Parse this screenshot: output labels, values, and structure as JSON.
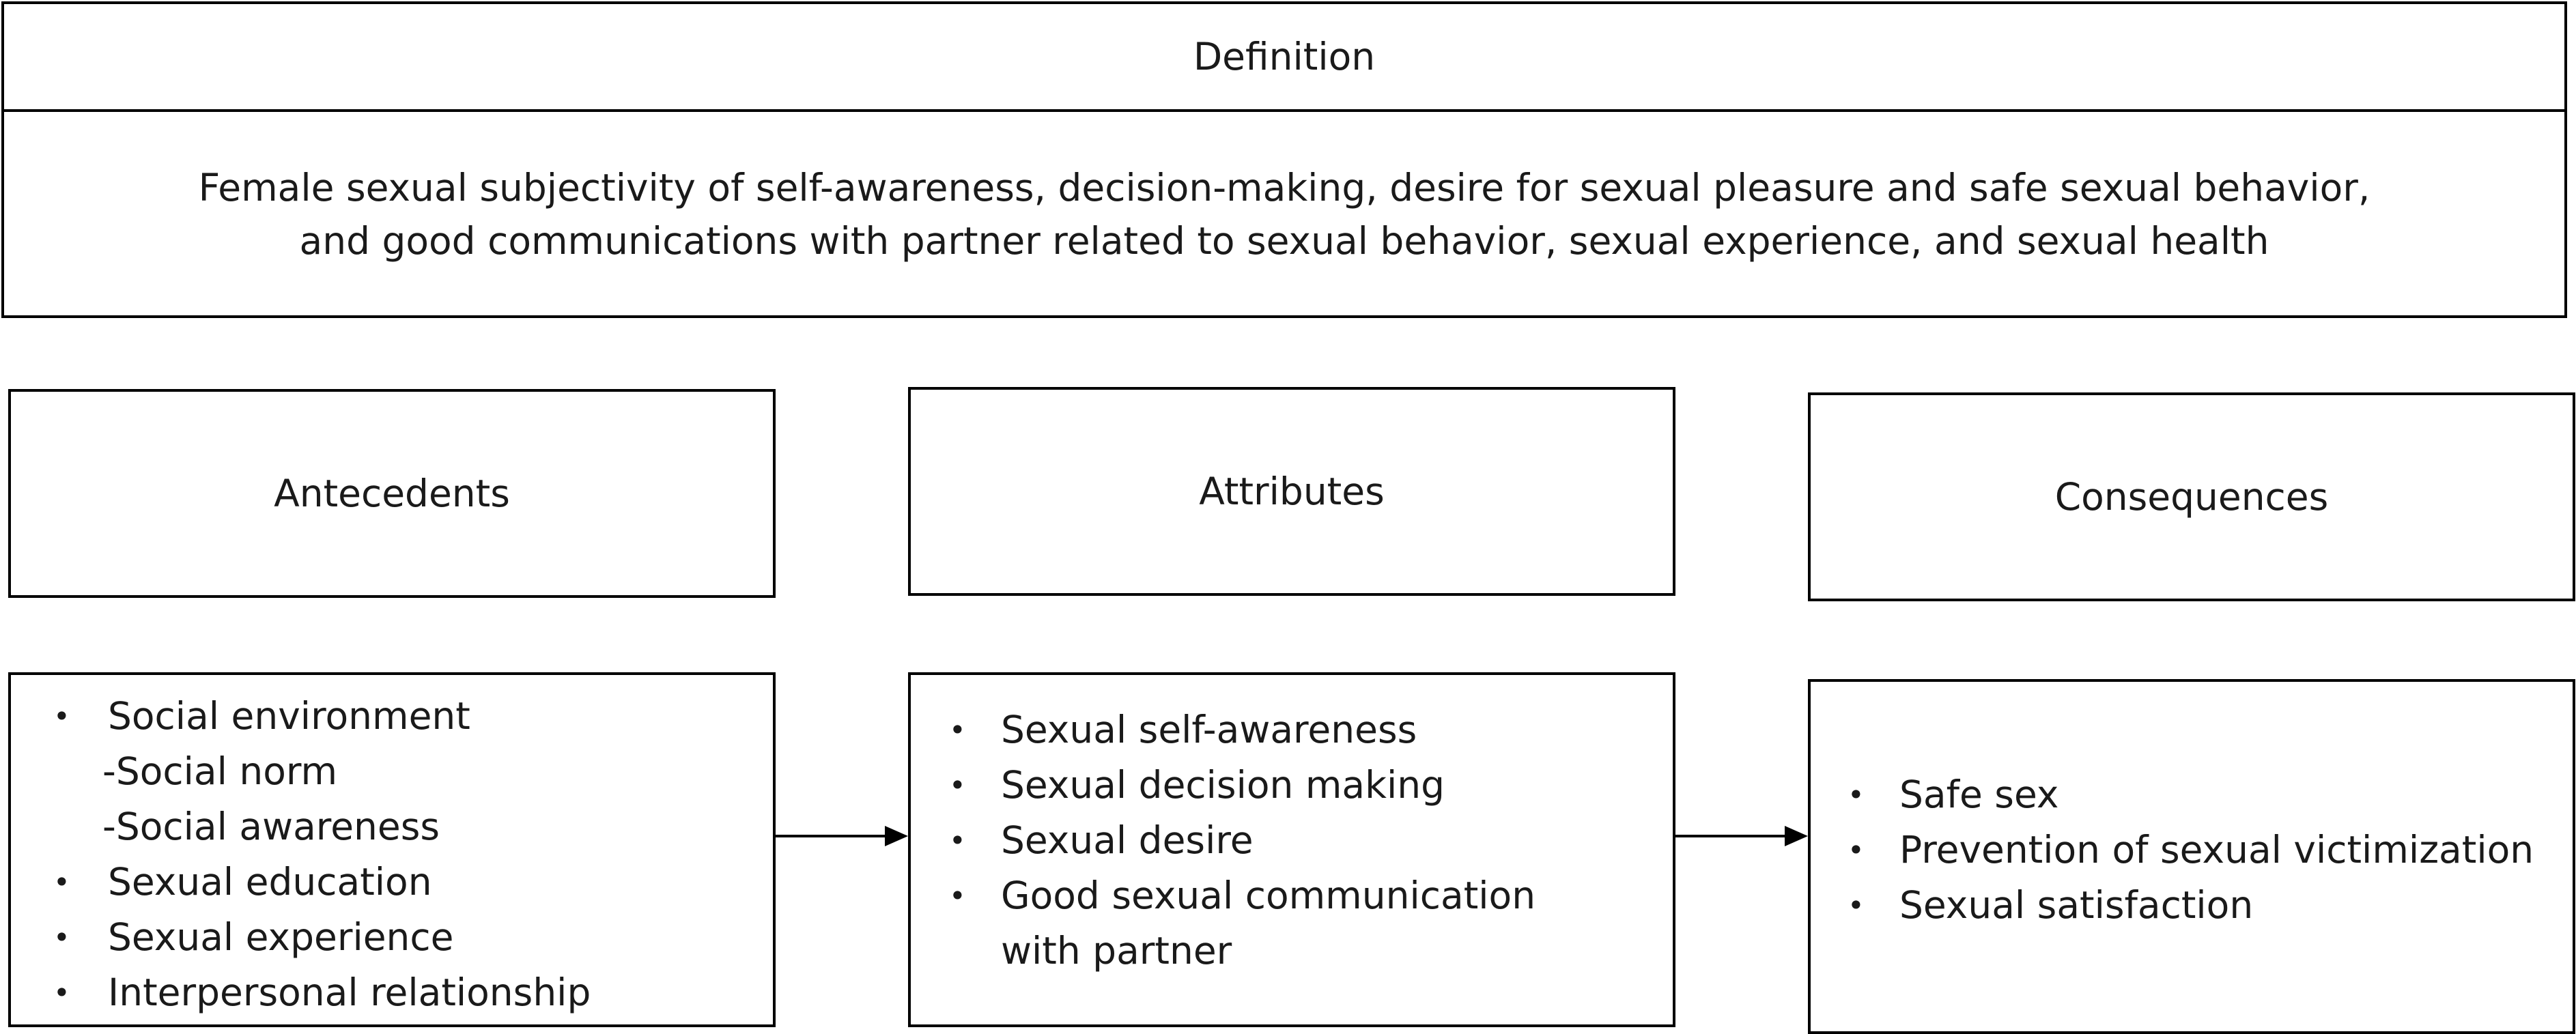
{
  "definition": {
    "header": "Definition",
    "body_line1": "Female sexual subjectivity of self-awareness, decision-making, desire for sexual pleasure and safe sexual behavior,",
    "body_line2": "and good communications with partner related to sexual behavior, sexual experience, and sexual health"
  },
  "antecedents": {
    "label": "Antecedents",
    "items": [
      {
        "text": "Social environment",
        "bullet": true
      },
      {
        "text": "-Social norm",
        "bullet": false
      },
      {
        "text": "-Social awareness",
        "bullet": false
      },
      {
        "text": "Sexual education",
        "bullet": true
      },
      {
        "text": "Sexual experience",
        "bullet": true
      },
      {
        "text": "Interpersonal relationship",
        "bullet": true
      }
    ]
  },
  "attributes": {
    "label": "Attributes",
    "items": [
      {
        "text": "Sexual self-awareness"
      },
      {
        "text": "Sexual decision making"
      },
      {
        "text": "Sexual desire"
      },
      {
        "text": "Good sexual communication with partner"
      }
    ]
  },
  "consequences": {
    "label": "Consequences",
    "items": [
      {
        "text": "Safe sex"
      },
      {
        "text": "Prevention of sexual victimization"
      },
      {
        "text": "Sexual satisfaction"
      }
    ]
  }
}
